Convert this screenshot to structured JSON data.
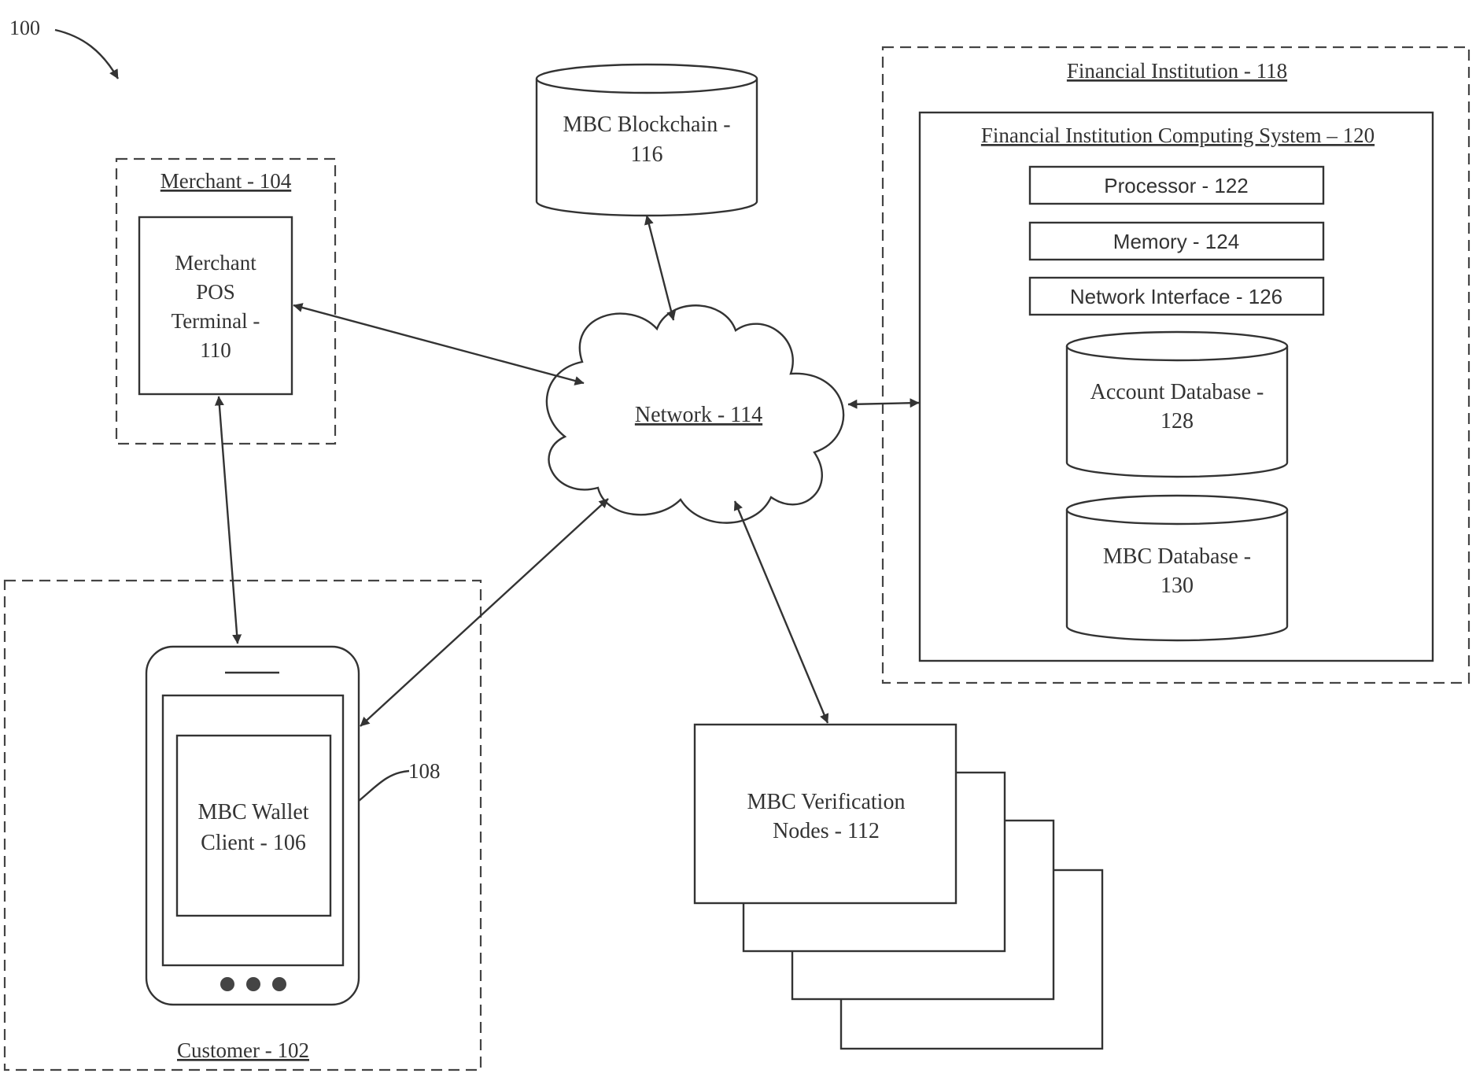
{
  "figure": {
    "ref": "100"
  },
  "merchant": {
    "title": "Merchant - 104",
    "pos_line1": "Merchant",
    "pos_line2": "POS",
    "pos_line3": "Terminal -",
    "pos_line4": "110"
  },
  "customer": {
    "title": "Customer - 102",
    "device_ref": "108",
    "wallet_line1": "MBC Wallet",
    "wallet_line2": "Client - 106"
  },
  "blockchain": {
    "line1": "MBC Blockchain -",
    "line2": "116"
  },
  "network": {
    "label": "Network - 114"
  },
  "financial_institution": {
    "title": "Financial Institution - 118",
    "computing_system": "Financial Institution Computing System – 120",
    "processor": "Processor - 122",
    "memory": "Memory - 124",
    "network_interface": "Network Interface - 126",
    "account_db_line1": "Account Database -",
    "account_db_line2": "128",
    "mbc_db_line1": "MBC Database -",
    "mbc_db_line2": "130"
  },
  "verification": {
    "line1": "MBC Verification",
    "line2": "Nodes - 112"
  }
}
